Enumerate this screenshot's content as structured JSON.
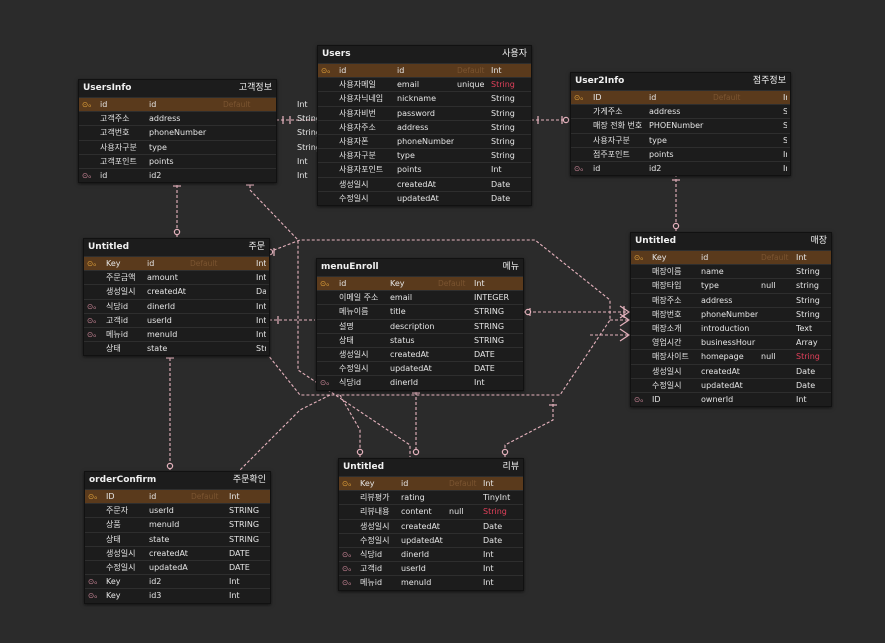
{
  "colors": {
    "canvas": "#2b2b2b",
    "entity": "#1c1c1c",
    "primary_key_row": "#5a3a1c",
    "link": "#e6b3be",
    "key_icon": "#e5a43a",
    "highlight_type": "#e0405a"
  },
  "entities": [
    {
      "title": "UsersInfo",
      "label": "고객정보",
      "cols": [
        [
          "pk",
          "id",
          "id",
          "Default",
          "Int"
        ],
        [
          "",
          "고객주소",
          "address",
          "",
          "String"
        ],
        [
          "",
          "고객번호",
          "phoneNumber",
          "",
          "String"
        ],
        [
          "",
          "사용자구분",
          "type",
          "",
          "String"
        ],
        [
          "",
          "고객포인트",
          "points",
          "",
          "Int"
        ],
        [
          "fk",
          "id",
          "id2",
          "",
          "Int"
        ]
      ]
    },
    {
      "title": "Users",
      "label": "사용자",
      "cols": [
        [
          "pk",
          "id",
          "id",
          "Default",
          "Int"
        ],
        [
          "",
          "사용자메일",
          "email",
          "unique",
          "String"
        ],
        [
          "",
          "사용자닉네임",
          "nickname",
          "",
          "String"
        ],
        [
          "",
          "사용자비번",
          "password",
          "",
          "String"
        ],
        [
          "",
          "사용자주소",
          "address",
          "",
          "String"
        ],
        [
          "",
          "사용자폰",
          "phoneNumber",
          "",
          "String"
        ],
        [
          "",
          "사용자구분",
          "type",
          "",
          "String"
        ],
        [
          "",
          "사용자포인트",
          "points",
          "",
          "Int"
        ],
        [
          "",
          "생성일시",
          "createdAt",
          "",
          "Date"
        ],
        [
          "",
          "수정일시",
          "updatedAt",
          "",
          "Date"
        ]
      ]
    },
    {
      "title": "User2Info",
      "label": "점주정보",
      "cols": [
        [
          "pk",
          "ID",
          "id",
          "Default",
          "Int"
        ],
        [
          "",
          "가게주소",
          "address",
          "",
          "STRING"
        ],
        [
          "",
          "매장 전화 번호",
          "PHOENumber",
          "",
          "STRING"
        ],
        [
          "",
          "사용자구분",
          "type",
          "",
          "STRING"
        ],
        [
          "",
          "점주포인트",
          "points",
          "",
          "Int"
        ],
        [
          "fk",
          "id",
          "id2",
          "",
          "Int"
        ]
      ]
    },
    {
      "title": "Untitled",
      "label": "주문",
      "cols": [
        [
          "pk",
          "Key",
          "id",
          "Default",
          "Int"
        ],
        [
          "",
          "주문금액",
          "amount",
          "",
          "Int"
        ],
        [
          "",
          "생성일시",
          "createdAt",
          "",
          "Date"
        ],
        [
          "fk",
          "식당id",
          "dinerId",
          "",
          "Int"
        ],
        [
          "fk",
          "고객id",
          "userId",
          "",
          "Int"
        ],
        [
          "fk",
          "메뉴id",
          "menuId",
          "",
          "Int"
        ],
        [
          "",
          "상태",
          "state",
          "",
          "String"
        ]
      ]
    },
    {
      "title": "menuEnroll",
      "label": "메뉴",
      "cols": [
        [
          "pk",
          "id",
          "Key",
          "Default",
          "Int"
        ],
        [
          "",
          "이메일 주소",
          "email",
          "",
          "INTEGER"
        ],
        [
          "",
          "메뉴이름",
          "title",
          "",
          "STRING"
        ],
        [
          "",
          "설명",
          "description",
          "",
          "STRING"
        ],
        [
          "",
          "상태",
          "status",
          "",
          "STRING"
        ],
        [
          "",
          "생성일시",
          "createdAt",
          "",
          "DATE"
        ],
        [
          "",
          "수정일시",
          "updatedAt",
          "",
          "DATE"
        ],
        [
          "fk",
          "식당id",
          "dinerId",
          "",
          "Int"
        ]
      ]
    },
    {
      "title": "Untitled",
      "label": "매장",
      "cols": [
        [
          "pk",
          "Key",
          "id",
          "Default",
          "Int"
        ],
        [
          "",
          "매장이름",
          "name",
          "",
          "String"
        ],
        [
          "",
          "매장타입",
          "type",
          "null",
          "string"
        ],
        [
          "",
          "매장주소",
          "address",
          "",
          "String"
        ],
        [
          "",
          "매장번호",
          "phoneNumber",
          "",
          "String"
        ],
        [
          "",
          "매장소개",
          "introduction",
          "",
          "Text"
        ],
        [
          "",
          "영업시간",
          "businessHour",
          "",
          "Array"
        ],
        [
          "",
          "매장사이트",
          "homepage",
          "null",
          "String"
        ],
        [
          "",
          "생성일시",
          "createdAt",
          "",
          "Date"
        ],
        [
          "",
          "수정일시",
          "updatedAt",
          "",
          "Date"
        ],
        [
          "fk",
          "ID",
          "ownerId",
          "",
          "Int"
        ]
      ]
    },
    {
      "title": "orderConfirm",
      "label": "주문확인",
      "cols": [
        [
          "pk",
          "ID",
          "id",
          "Default",
          "Int"
        ],
        [
          "",
          "주문자",
          "userId",
          "",
          "STRING"
        ],
        [
          "",
          "상품",
          "menuId",
          "",
          "STRING"
        ],
        [
          "",
          "상태",
          "state",
          "",
          "STRING"
        ],
        [
          "",
          "생성일시",
          "createdAt",
          "",
          "DATE"
        ],
        [
          "",
          "수정일시",
          "updatedAt",
          "",
          "DATE"
        ],
        [
          "fk",
          "Key",
          "id2",
          "",
          "Int"
        ],
        [
          "fk",
          "Key",
          "id3",
          "",
          "Int"
        ]
      ]
    },
    {
      "title": "Untitled",
      "label": "리뷰",
      "cols": [
        [
          "pk",
          "Key",
          "id",
          "Default",
          "Int"
        ],
        [
          "",
          "리뷰평가",
          "rating",
          "",
          "TinyInt"
        ],
        [
          "",
          "리뷰내용",
          "content",
          "null",
          "String"
        ],
        [
          "",
          "생성일시",
          "createdAt",
          "",
          "Date"
        ],
        [
          "",
          "수정일시",
          "updatedAt",
          "",
          "Date"
        ],
        [
          "fk",
          "식당id",
          "dinerId",
          "",
          "Int"
        ],
        [
          "fk",
          "고객id",
          "userId",
          "",
          "Int"
        ],
        [
          "fk",
          "메뉴id",
          "menuId",
          "",
          "Int"
        ]
      ]
    }
  ]
}
